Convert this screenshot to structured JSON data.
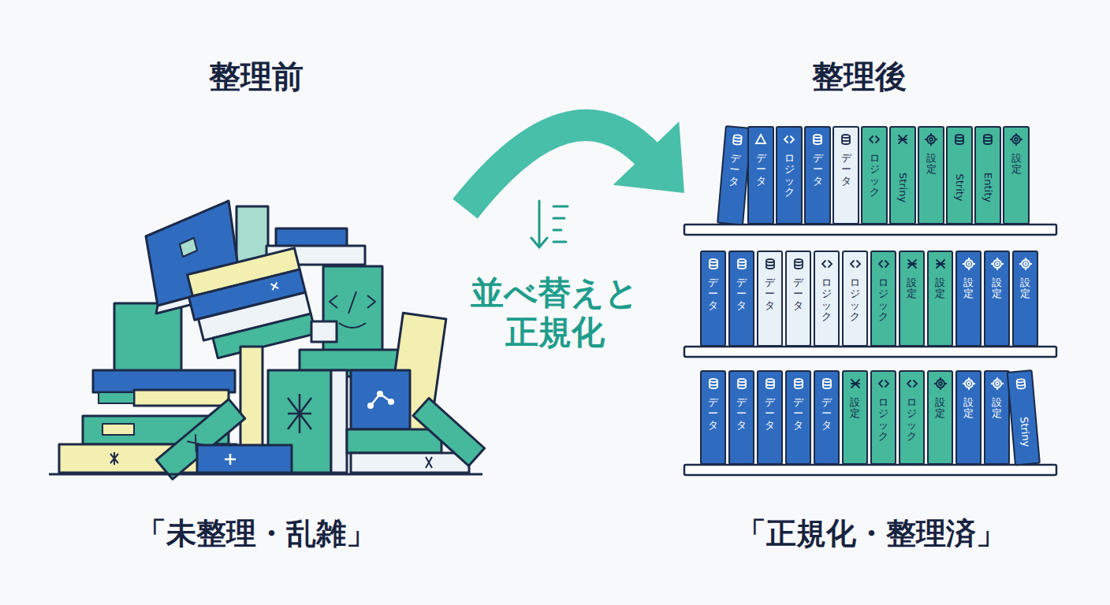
{
  "diagram": {
    "nodes": [
      {
        "text": [
          "整理前",
          "「未整理・乱雑」"
        ]
      },
      {
        "text": [
          "整理後",
          "「正規化・整理済」"
        ]
      },
      {
        "text": [
          "データ"
        ],
        "in": 1
      },
      {
        "text": [
          "データ"
        ],
        "in": 1
      },
      {
        "text": [
          "ロジック"
        ],
        "in": 1
      },
      {
        "text": [
          "データ"
        ],
        "in": 1
      },
      {
        "text": [
          "データ"
        ],
        "in": 1
      },
      {
        "text": [
          "ロジック"
        ],
        "in": 1
      },
      {
        "text": [
          "Striny"
        ],
        "in": 1
      },
      {
        "text": [
          "設定"
        ],
        "in": 1
      },
      {
        "text": [
          "Strity"
        ],
        "in": 1
      },
      {
        "text": [
          "Entity"
        ],
        "in": 1
      },
      {
        "text": [
          "設定"
        ],
        "in": 1
      },
      {
        "text": [
          "データ"
        ],
        "in": 1
      },
      {
        "text": [
          "データ"
        ],
        "in": 1
      },
      {
        "text": [
          "データ"
        ],
        "in": 1
      },
      {
        "text": [
          "データ"
        ],
        "in": 1
      },
      {
        "text": [
          "ロジック"
        ],
        "in": 1
      },
      {
        "text": [
          "ロジック"
        ],
        "in": 1
      },
      {
        "text": [
          "ロジック"
        ],
        "in": 1
      },
      {
        "text": [
          "設定"
        ],
        "in": 1
      },
      {
        "text": [
          "設定"
        ],
        "in": 1
      },
      {
        "text": [
          "設定"
        ],
        "in": 1
      },
      {
        "text": [
          "設定"
        ],
        "in": 1
      },
      {
        "text": [
          "設定"
        ],
        "in": 1
      },
      {
        "text": [
          "データ"
        ],
        "in": 1
      },
      {
        "text": [
          "データ"
        ],
        "in": 1
      },
      {
        "text": [
          "データ"
        ],
        "in": 1
      },
      {
        "text": [
          "データ"
        ],
        "in": 1
      },
      {
        "text": [
          "データ"
        ],
        "in": 1
      },
      {
        "text": [
          "設定"
        ],
        "in": 1
      },
      {
        "text": [
          "ロジック"
        ],
        "in": 1
      },
      {
        "text": [
          "ロジック"
        ],
        "in": 1
      },
      {
        "text": [
          "設定"
        ],
        "in": 1
      },
      {
        "text": [
          "設定"
        ],
        "in": 1
      },
      {
        "text": [
          "設定"
        ],
        "in": 1
      },
      {
        "text": [
          "Striny"
        ],
        "in": 1
      }
    ],
    "edges": [
      {
        "from": 0,
        "to": 1,
        "arrow": "to",
        "label": "並べ替えと正規化"
      }
    ]
  }
}
